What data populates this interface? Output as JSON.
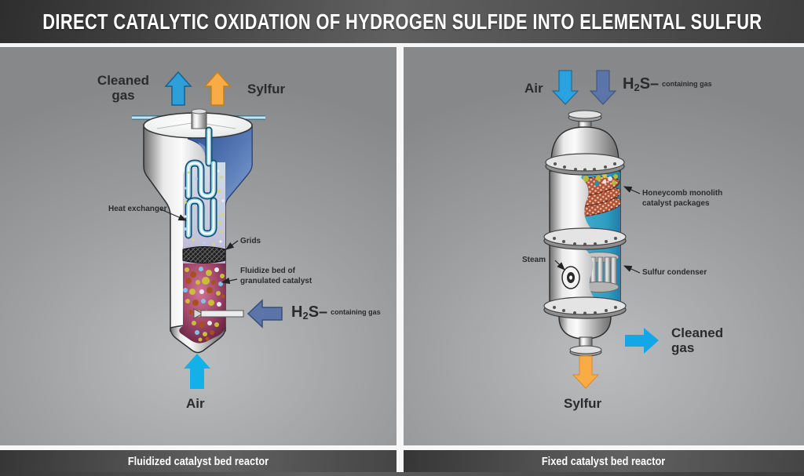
{
  "header": {
    "title": "DIRECT CATALYTIC OXIDATION OF HYDROGEN SULFIDE INTO ELEMENTAL SULFUR"
  },
  "left_panel": {
    "caption": "Fluidized catalyst bed reactor",
    "cleaned_gas_label": "Cleaned\ngas",
    "sulfur_top_label": "Sylfur",
    "heat_exchanger_label": "Heat exchanger",
    "grids_label": "Grids",
    "fluidize_bed_label": "Fluidize bed of\ngranulated catalyst",
    "h2s": {
      "p1": "H",
      "p2": "2",
      "p3": "S–",
      "qualifier": "containing gas"
    },
    "air_label": "Air"
  },
  "right_panel": {
    "caption": "Fixed catalyst bed reactor",
    "air_label": "Air",
    "h2s": {
      "p1": "H",
      "p2": "2",
      "p3": "S–",
      "qualifier": "containing gas"
    },
    "honeycomb_label": "Honeycomb monolith\ncatalyst packages",
    "steam_label": "Steam",
    "sulfur_condenser_label": "Sulfur condenser",
    "cleaned_gas_label": "Cleaned\ngas",
    "sulfur_bottom_label": "Sylfur"
  },
  "icons": {
    "left_panel": [
      "cleaned-gas-up-arrow",
      "sulfur-up-arrow",
      "h2s-left-arrow",
      "air-up-arrow"
    ],
    "right_panel": [
      "air-down-arrow",
      "h2s-down-arrow",
      "cleaned-gas-right-arrow",
      "sulfur-down-arrow"
    ]
  },
  "colors": {
    "arrow_blue": "#2e9fd9",
    "arrow_cyan": "#14b1e8",
    "arrow_orange": "#f9ac46",
    "arrow_slate": "#5c75a8",
    "interior_teal": "#2f9dc1",
    "bed_magenta": "#a34a6e",
    "honeycomb_brown": "#b25238",
    "label_text": "#2b2b2b",
    "title_text": "#ffffff"
  }
}
